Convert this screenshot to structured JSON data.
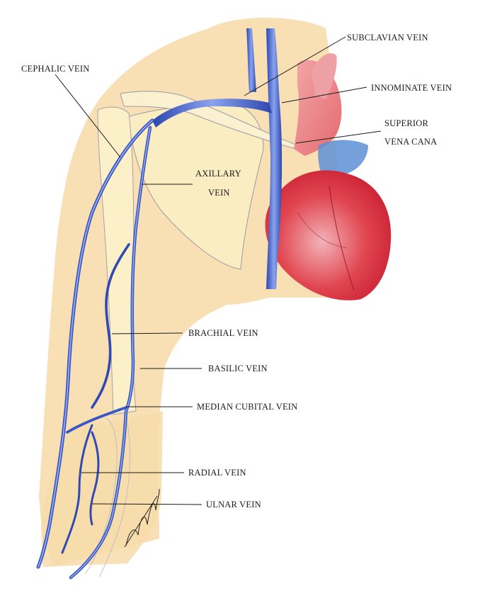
{
  "labels": {
    "subclavian": "SUBCLAVIAN VEIN",
    "cephalic": "CEPHALIC VEIN",
    "innominate": "INNOMINATE VEIN",
    "superior_line1": "SUPERIOR",
    "superior_line2": "VENA CANA",
    "axillary_line1": "AXILLARY",
    "axillary_line2": "VEIN",
    "brachial": "BRACHIAL VEIN",
    "basilic": "BASILIC VEIN",
    "median_cubital": "MEDIAN CUBITAL VEIN",
    "radial": "RADIAL VEIN",
    "ulnar": "ULNAR VEIN"
  },
  "signature": "artist signature",
  "colors": {
    "skin": "#f7dfb5",
    "skin_light": "#fbe9c4",
    "vein": "#3b5bc7",
    "vein_light": "#7e98e6",
    "heart": "#d8263a",
    "heart_light": "#f1a6ae",
    "bone_line": "#9a9aa8"
  }
}
